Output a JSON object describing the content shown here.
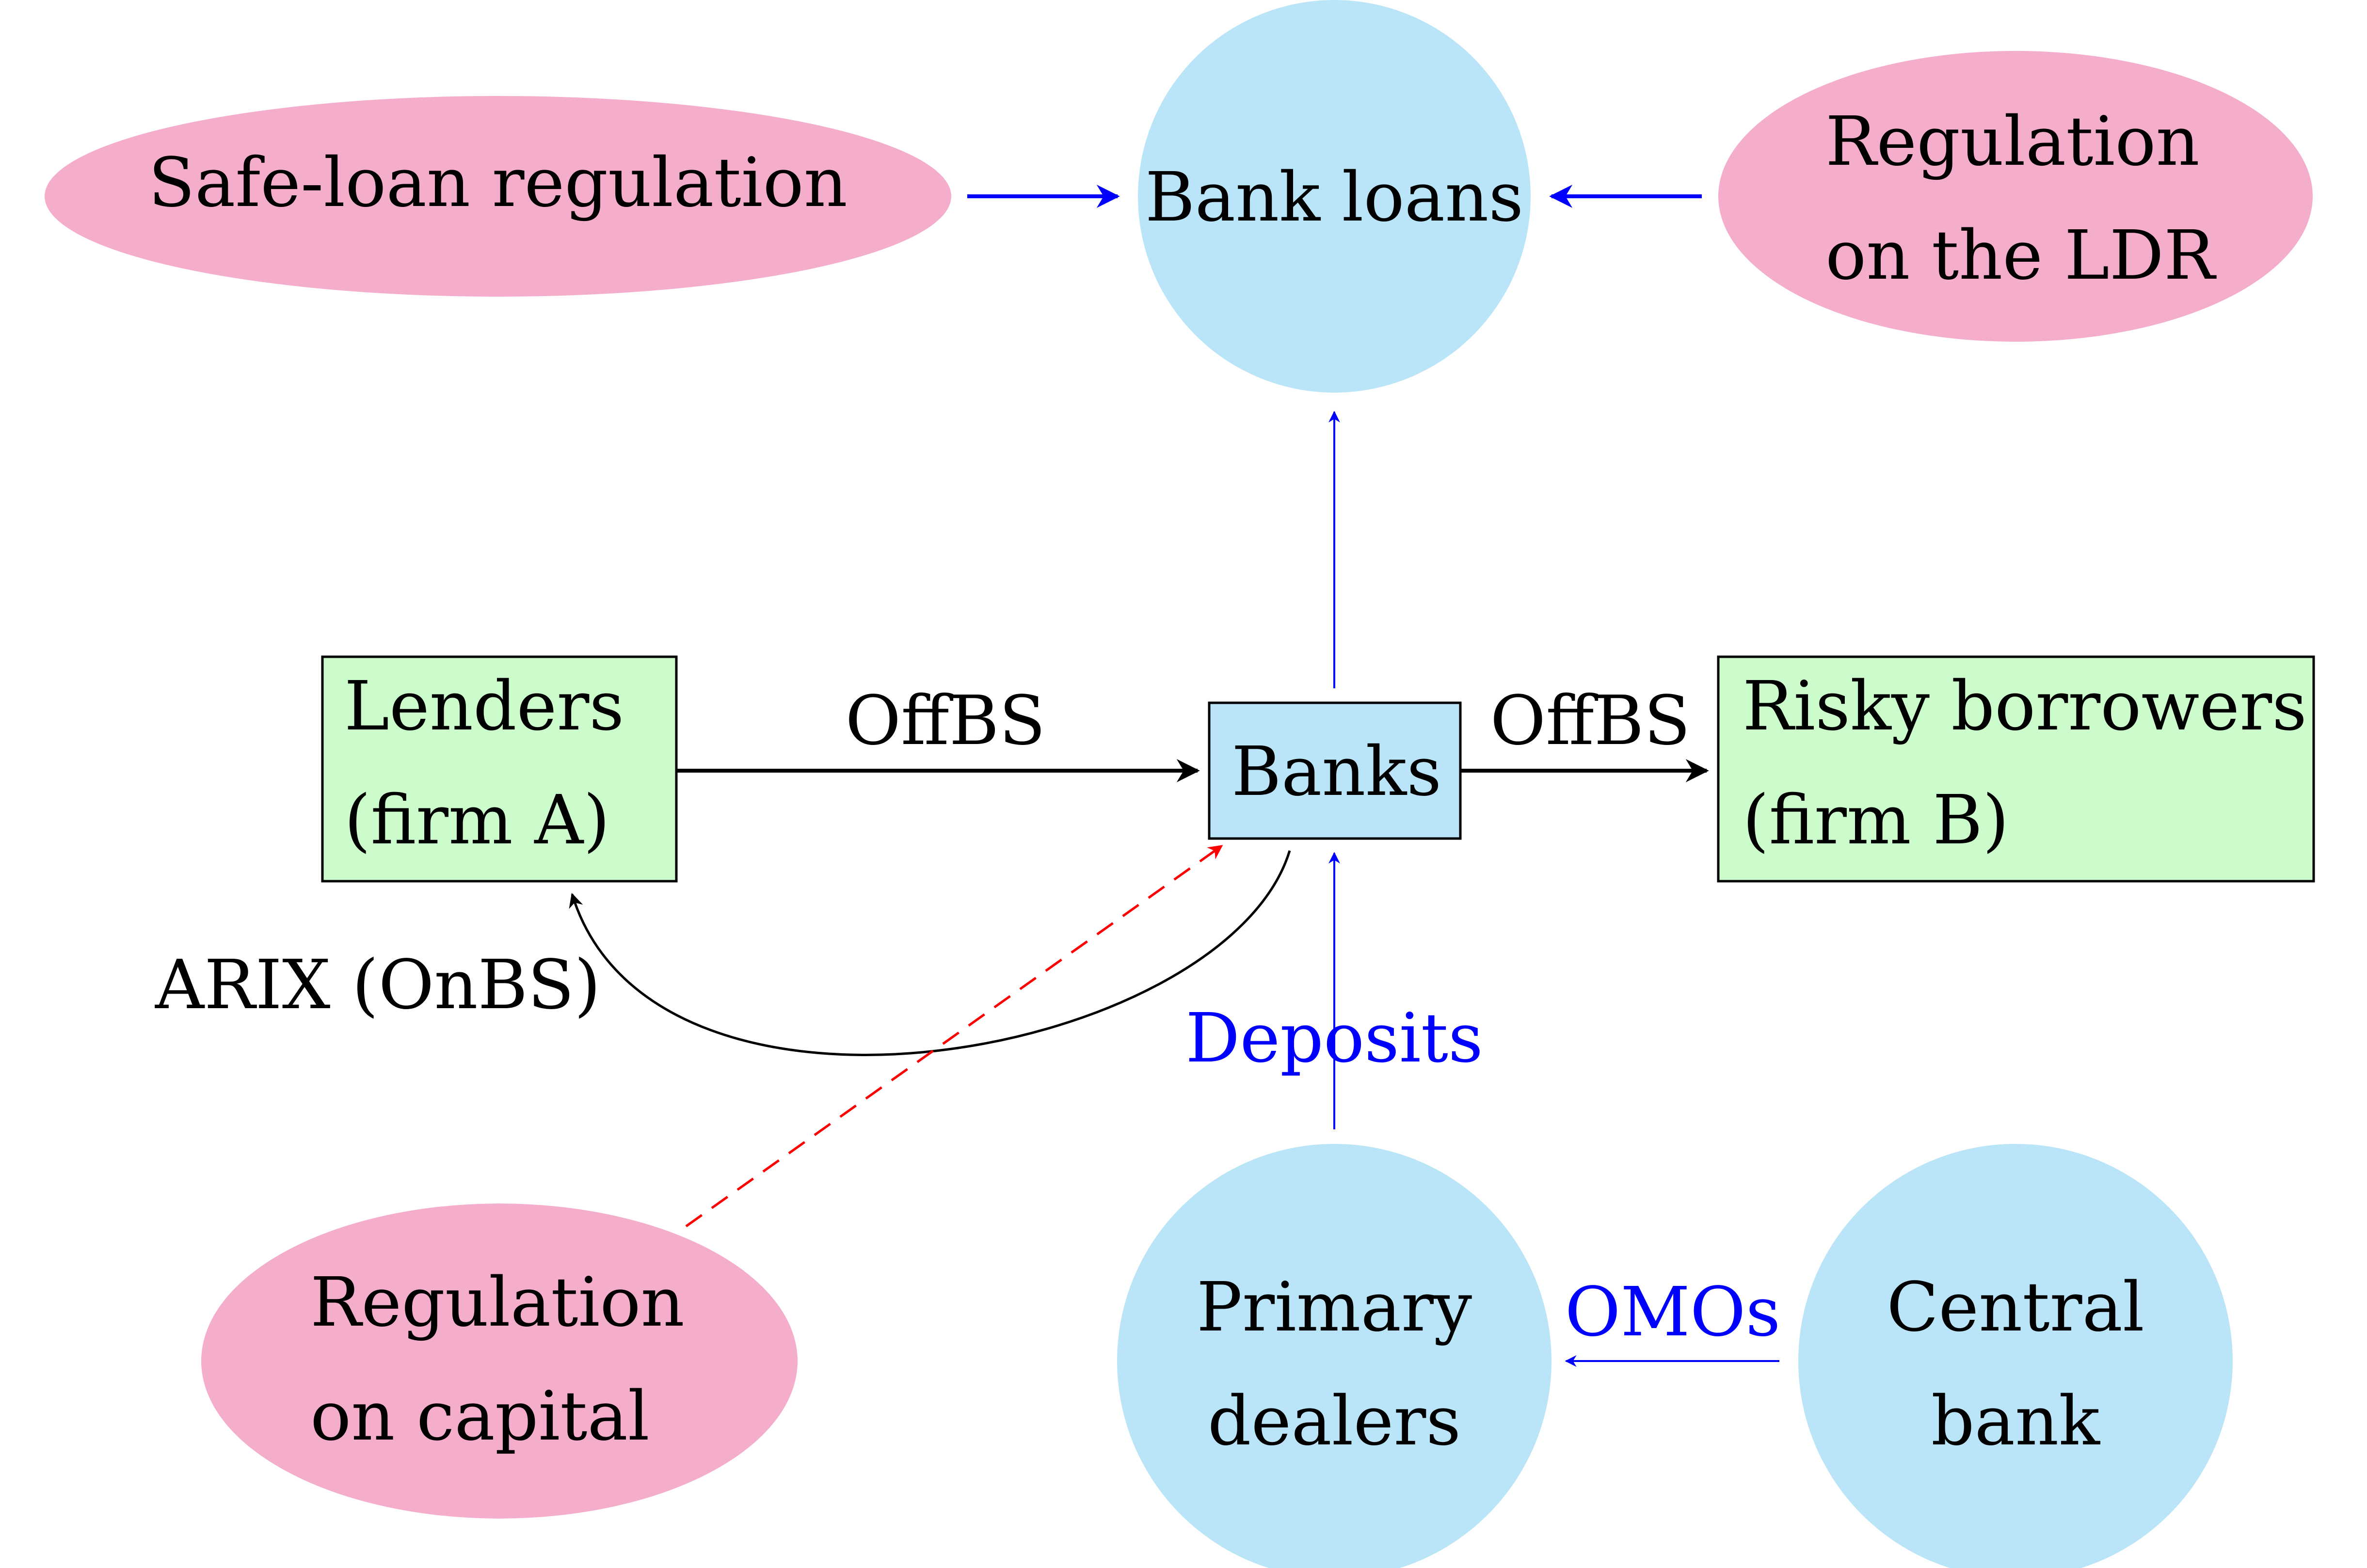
{
  "colors": {
    "pink": "#f4aecb",
    "light_blue": "#bae5f8",
    "light_green": "#ccfccb",
    "blue": "#0000ff",
    "red": "#ff0000",
    "black": "#000000"
  },
  "nodes": {
    "safe_loan_regulation": {
      "lines": [
        "Safe-loan regulation"
      ]
    },
    "bank_loans": {
      "lines": [
        "Bank loans"
      ]
    },
    "regulation_ldr": {
      "lines": [
        "Regulation",
        "on the LDR"
      ]
    },
    "lenders": {
      "lines": [
        "Lenders",
        "(firm A)"
      ]
    },
    "banks": {
      "lines": [
        "Banks"
      ]
    },
    "risky_borrowers": {
      "lines": [
        "Risky borrowers",
        "(firm B)"
      ]
    },
    "regulation_capital": {
      "lines": [
        "Regulation",
        "on capital"
      ]
    },
    "primary_dealers": {
      "lines": [
        "Primary",
        "dealers"
      ]
    },
    "central_bank": {
      "lines": [
        "Central",
        "bank"
      ]
    }
  },
  "edges": {
    "offbs_left": "OffBS",
    "offbs_right": "OffBS",
    "arix": "ARIX (OnBS)",
    "deposits": "Deposits",
    "omos": "OMOs"
  }
}
